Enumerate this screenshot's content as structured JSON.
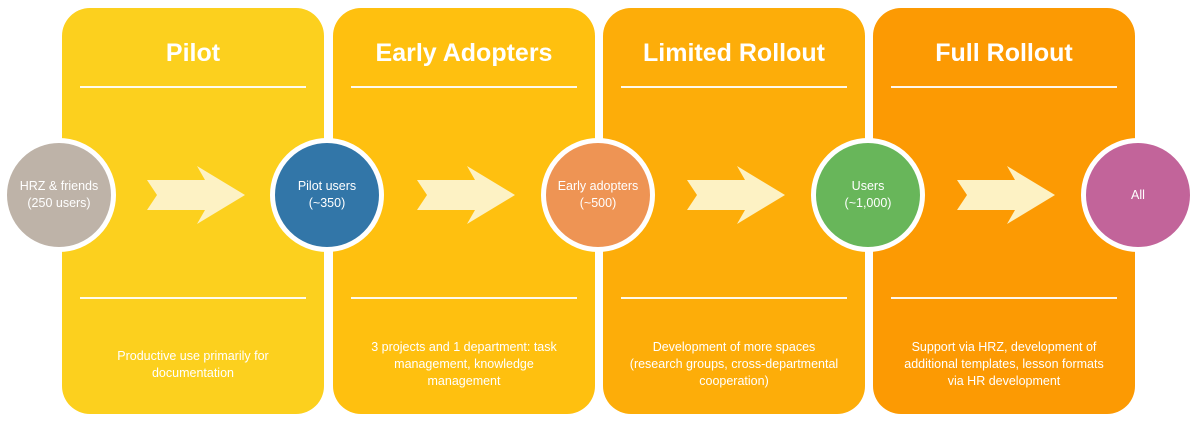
{
  "stages": [
    {
      "title": "Pilot",
      "description": "Productive use primarily for documentation",
      "color": "#FCD01E"
    },
    {
      "title": "Early Adopters",
      "description": "3 projects and 1 department: task management, knowledge management",
      "color": "#FFC00F"
    },
    {
      "title": "Limited Rollout",
      "description": "Development of more spaces (research groups, cross-departmental cooperation)",
      "color": "#FDAD09"
    },
    {
      "title": "Full Rollout",
      "description": "Support via HRZ, development of additional templates, lesson formats via HR development",
      "color": "#FC9A03"
    }
  ],
  "nodes": [
    {
      "line1": "HRZ & friends",
      "line2": "(250 users)",
      "color": "#BEB3A8"
    },
    {
      "line1": "Pilot users",
      "line2": "(~350)",
      "color": "#3276A8"
    },
    {
      "line1": "Early adopters",
      "line2": "(~500)",
      "color": "#EE9454"
    },
    {
      "line1": "Users",
      "line2": "(~1,000)",
      "color": "#68B65A"
    },
    {
      "line1": "All",
      "line2": "",
      "color": "#C2649A"
    }
  ],
  "arrow_color": "#FDF2C4"
}
